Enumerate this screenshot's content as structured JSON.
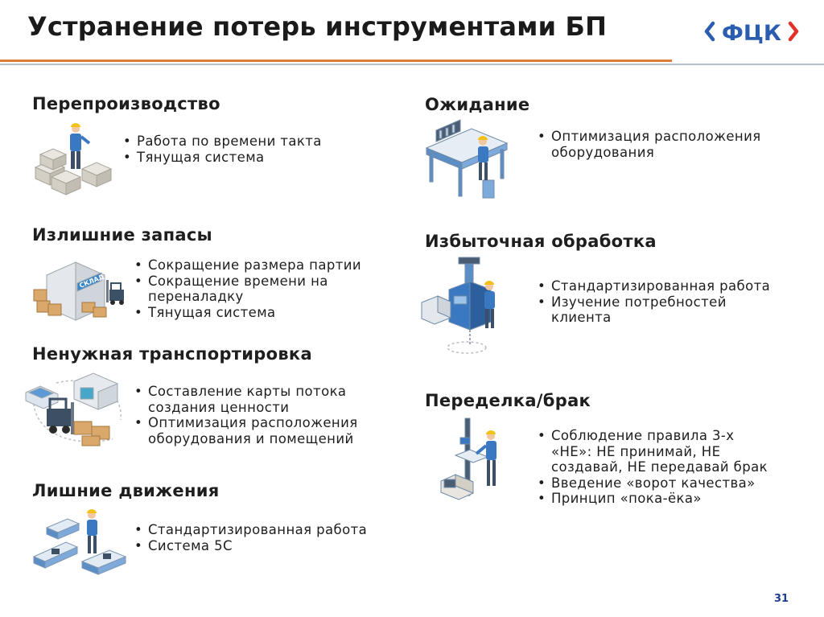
{
  "header": {
    "title": "Устранение потерь инструментами БП",
    "logo_text": "ФЦК",
    "colors": {
      "accent_line": "#e07b39",
      "logo_blue": "#2a5db0",
      "logo_red": "#e2332b"
    }
  },
  "sections": {
    "overproduction": {
      "title": "Перепроизводство",
      "icon": "worker-with-boxes-icon",
      "bullets": [
        "Работа по времени такта",
        "Тянущая система"
      ]
    },
    "waiting": {
      "title": "Ожидание",
      "icon": "worker-at-workbench-icon",
      "bullets": [
        "Оптимизация расположения\nоборудования"
      ]
    },
    "inventory": {
      "title": "Излишние запасы",
      "icon": "warehouse-forklift-icon",
      "warehouse_label": "СКЛАД",
      "bullets": [
        "Сокращение размера партии",
        "Сокращение времени на\nпереналадку",
        "Тянущая система"
      ]
    },
    "overprocessing": {
      "title": "Избыточная обработка",
      "icon": "worker-at-machine-icon",
      "bullets": [
        "Стандартизированная работа",
        "Изучение потребностей\nклиента"
      ]
    },
    "transport": {
      "title": "Ненужная транспортировка",
      "icon": "forklift-transport-icon",
      "bullets": [
        "Составление карты потока\nсоздания ценности",
        "Оптимизация расположения\nоборудования и помещений"
      ]
    },
    "defects": {
      "title": "Переделка/брак",
      "icon": "worker-inspection-icon",
      "bullets": [
        "Соблюдение правила 3-х\n«НЕ»: НЕ принимай, НЕ\nсоздавай, НЕ передавай брак",
        "Введение «ворот качества»",
        "Принцип «пока-ёка»"
      ]
    },
    "motion": {
      "title": "Лишние движения",
      "icon": "worker-at-conveyor-icon",
      "bullets": [
        "Стандартизированная работа",
        "Система 5С"
      ]
    }
  },
  "footer": {
    "page_number": "31"
  }
}
